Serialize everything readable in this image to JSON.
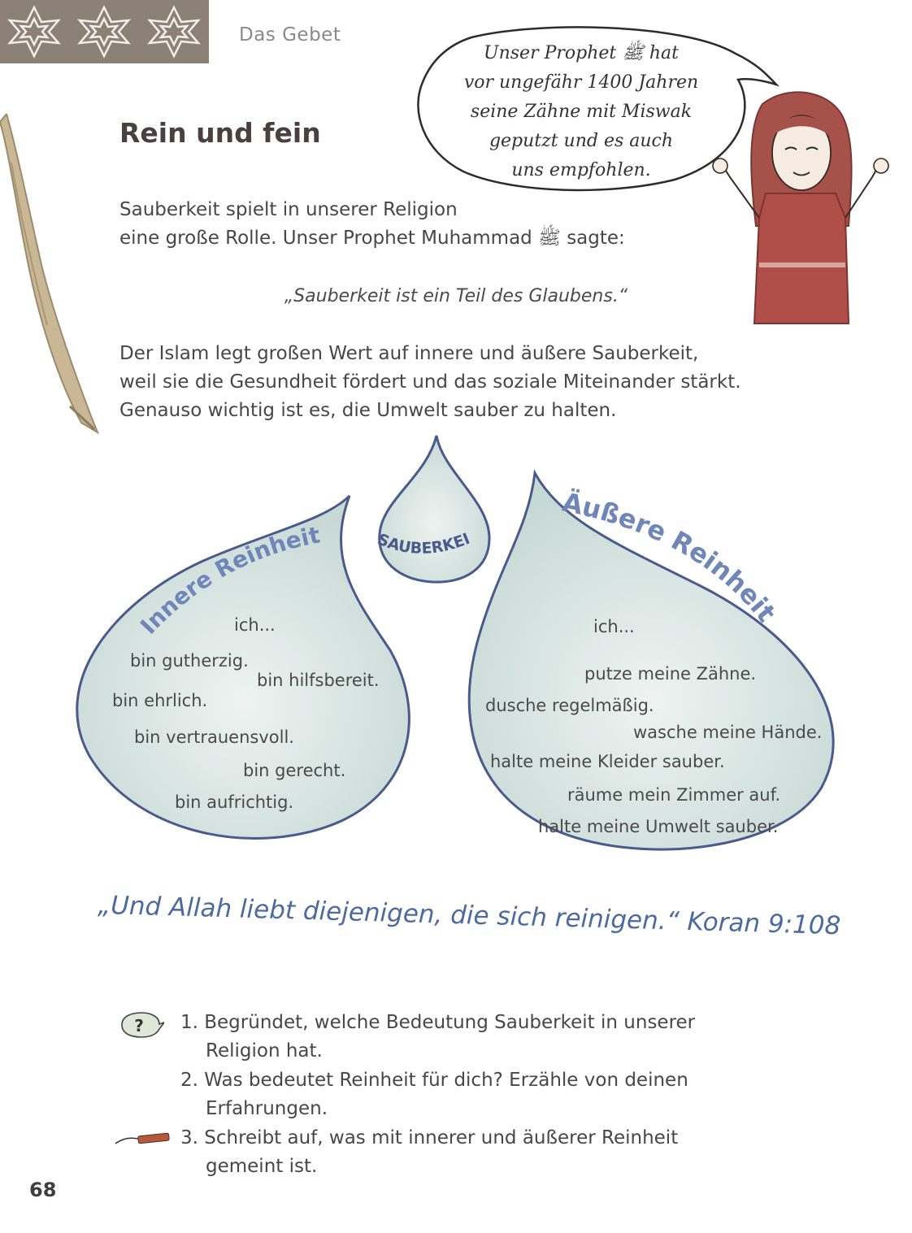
{
  "header": {
    "section": "Das Gebet"
  },
  "title": "Rein und fein",
  "speech_bubble": {
    "lines": [
      "Unser Prophet ﷺ hat",
      "vor ungefähr 1400 Jahren",
      "seine Zähne mit Miswak",
      "geputzt und es auch",
      "uns empfohlen."
    ]
  },
  "intro": {
    "line1": "Sauberkeit spielt in unserer Religion",
    "line2": "eine große Rolle. Unser Prophet Muhammad ﷺ sagte:"
  },
  "hadith_quote": "„Sauberkeit ist ein Teil des Glaubens.“",
  "paragraph": {
    "line1": "Der Islam legt großen Wert auf innere und äußere Sauberkeit,",
    "line2": "weil sie die Gesundheit fördert und das soziale Miteinander stärkt.",
    "line3": "Genauso wichtig ist es, die Umwelt sauber zu halten."
  },
  "center_drop": {
    "label": "SAUBERKEIT"
  },
  "inner_drop": {
    "heading": "Innere Reinheit",
    "intro": "ich...",
    "items": [
      "bin gutherzig.",
      "bin hilfsbereit.",
      "bin ehrlich.",
      "bin vertrauensvoll.",
      "bin gerecht.",
      "bin aufrichtig."
    ]
  },
  "outer_drop": {
    "heading": "Äußere Reinheit",
    "intro": "ich...",
    "items": [
      "putze meine Zähne.",
      "dusche regelmäßig.",
      "wasche meine Hände.",
      "halte meine Kleider sauber.",
      "räume mein Zimmer auf.",
      "halte meine Umwelt sauber."
    ]
  },
  "koran_quote": "„Und Allah liebt diejenigen, die sich reinigen.“ Koran 9:108",
  "tasks": {
    "t1_line1": "1. Begründet, welche Bedeutung Sauberkeit in unserer",
    "t1_line2": "Religion hat.",
    "t2_line1": "2. Was bedeutet Reinheit für dich? Erzähle von deinen",
    "t2_line2": "Erfahrungen.",
    "t3_line1": "3. Schreibt auf, was mit innerer und äußerer Reinheit",
    "t3_line2": "gemeint ist.",
    "speak_icon_text": "?"
  },
  "page_number": "68",
  "colors": {
    "drop_fill": "#d8e6e3",
    "drop_outline": "#4a5a8c",
    "heading_blue": "#6f86b8",
    "quote_blue": "#4d6aa0",
    "header_pattern": "#8b8177"
  }
}
